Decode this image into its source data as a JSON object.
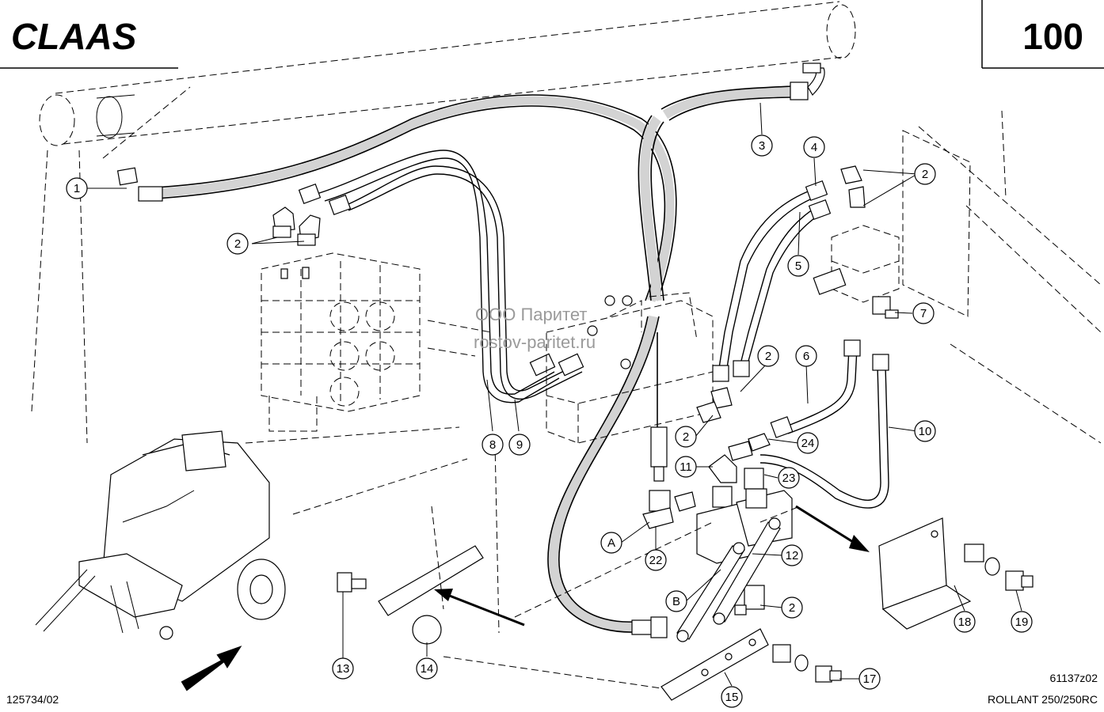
{
  "header": {
    "brand": "CLAAS",
    "page_number": "100"
  },
  "watermark": {
    "line1": "ООО Паритет",
    "line2": "rostov-paritet.ru"
  },
  "footer": {
    "drawing_number": "125734/02",
    "figure_code": "61137z02",
    "model": "ROLLANT 250/250RC"
  },
  "callouts": [
    {
      "label": "1"
    },
    {
      "label": "2"
    },
    {
      "label": "3"
    },
    {
      "label": "4"
    },
    {
      "label": "2"
    },
    {
      "label": "5"
    },
    {
      "label": "7"
    },
    {
      "label": "2"
    },
    {
      "label": "6"
    },
    {
      "label": "8"
    },
    {
      "label": "9"
    },
    {
      "label": "2"
    },
    {
      "label": "24"
    },
    {
      "label": "10"
    },
    {
      "label": "11"
    },
    {
      "label": "23"
    },
    {
      "label": "A"
    },
    {
      "label": "22"
    },
    {
      "label": "12"
    },
    {
      "label": "B"
    },
    {
      "label": "2"
    },
    {
      "label": "18"
    },
    {
      "label": "19"
    },
    {
      "label": "13"
    },
    {
      "label": "14"
    },
    {
      "label": "15"
    },
    {
      "label": "17"
    }
  ]
}
